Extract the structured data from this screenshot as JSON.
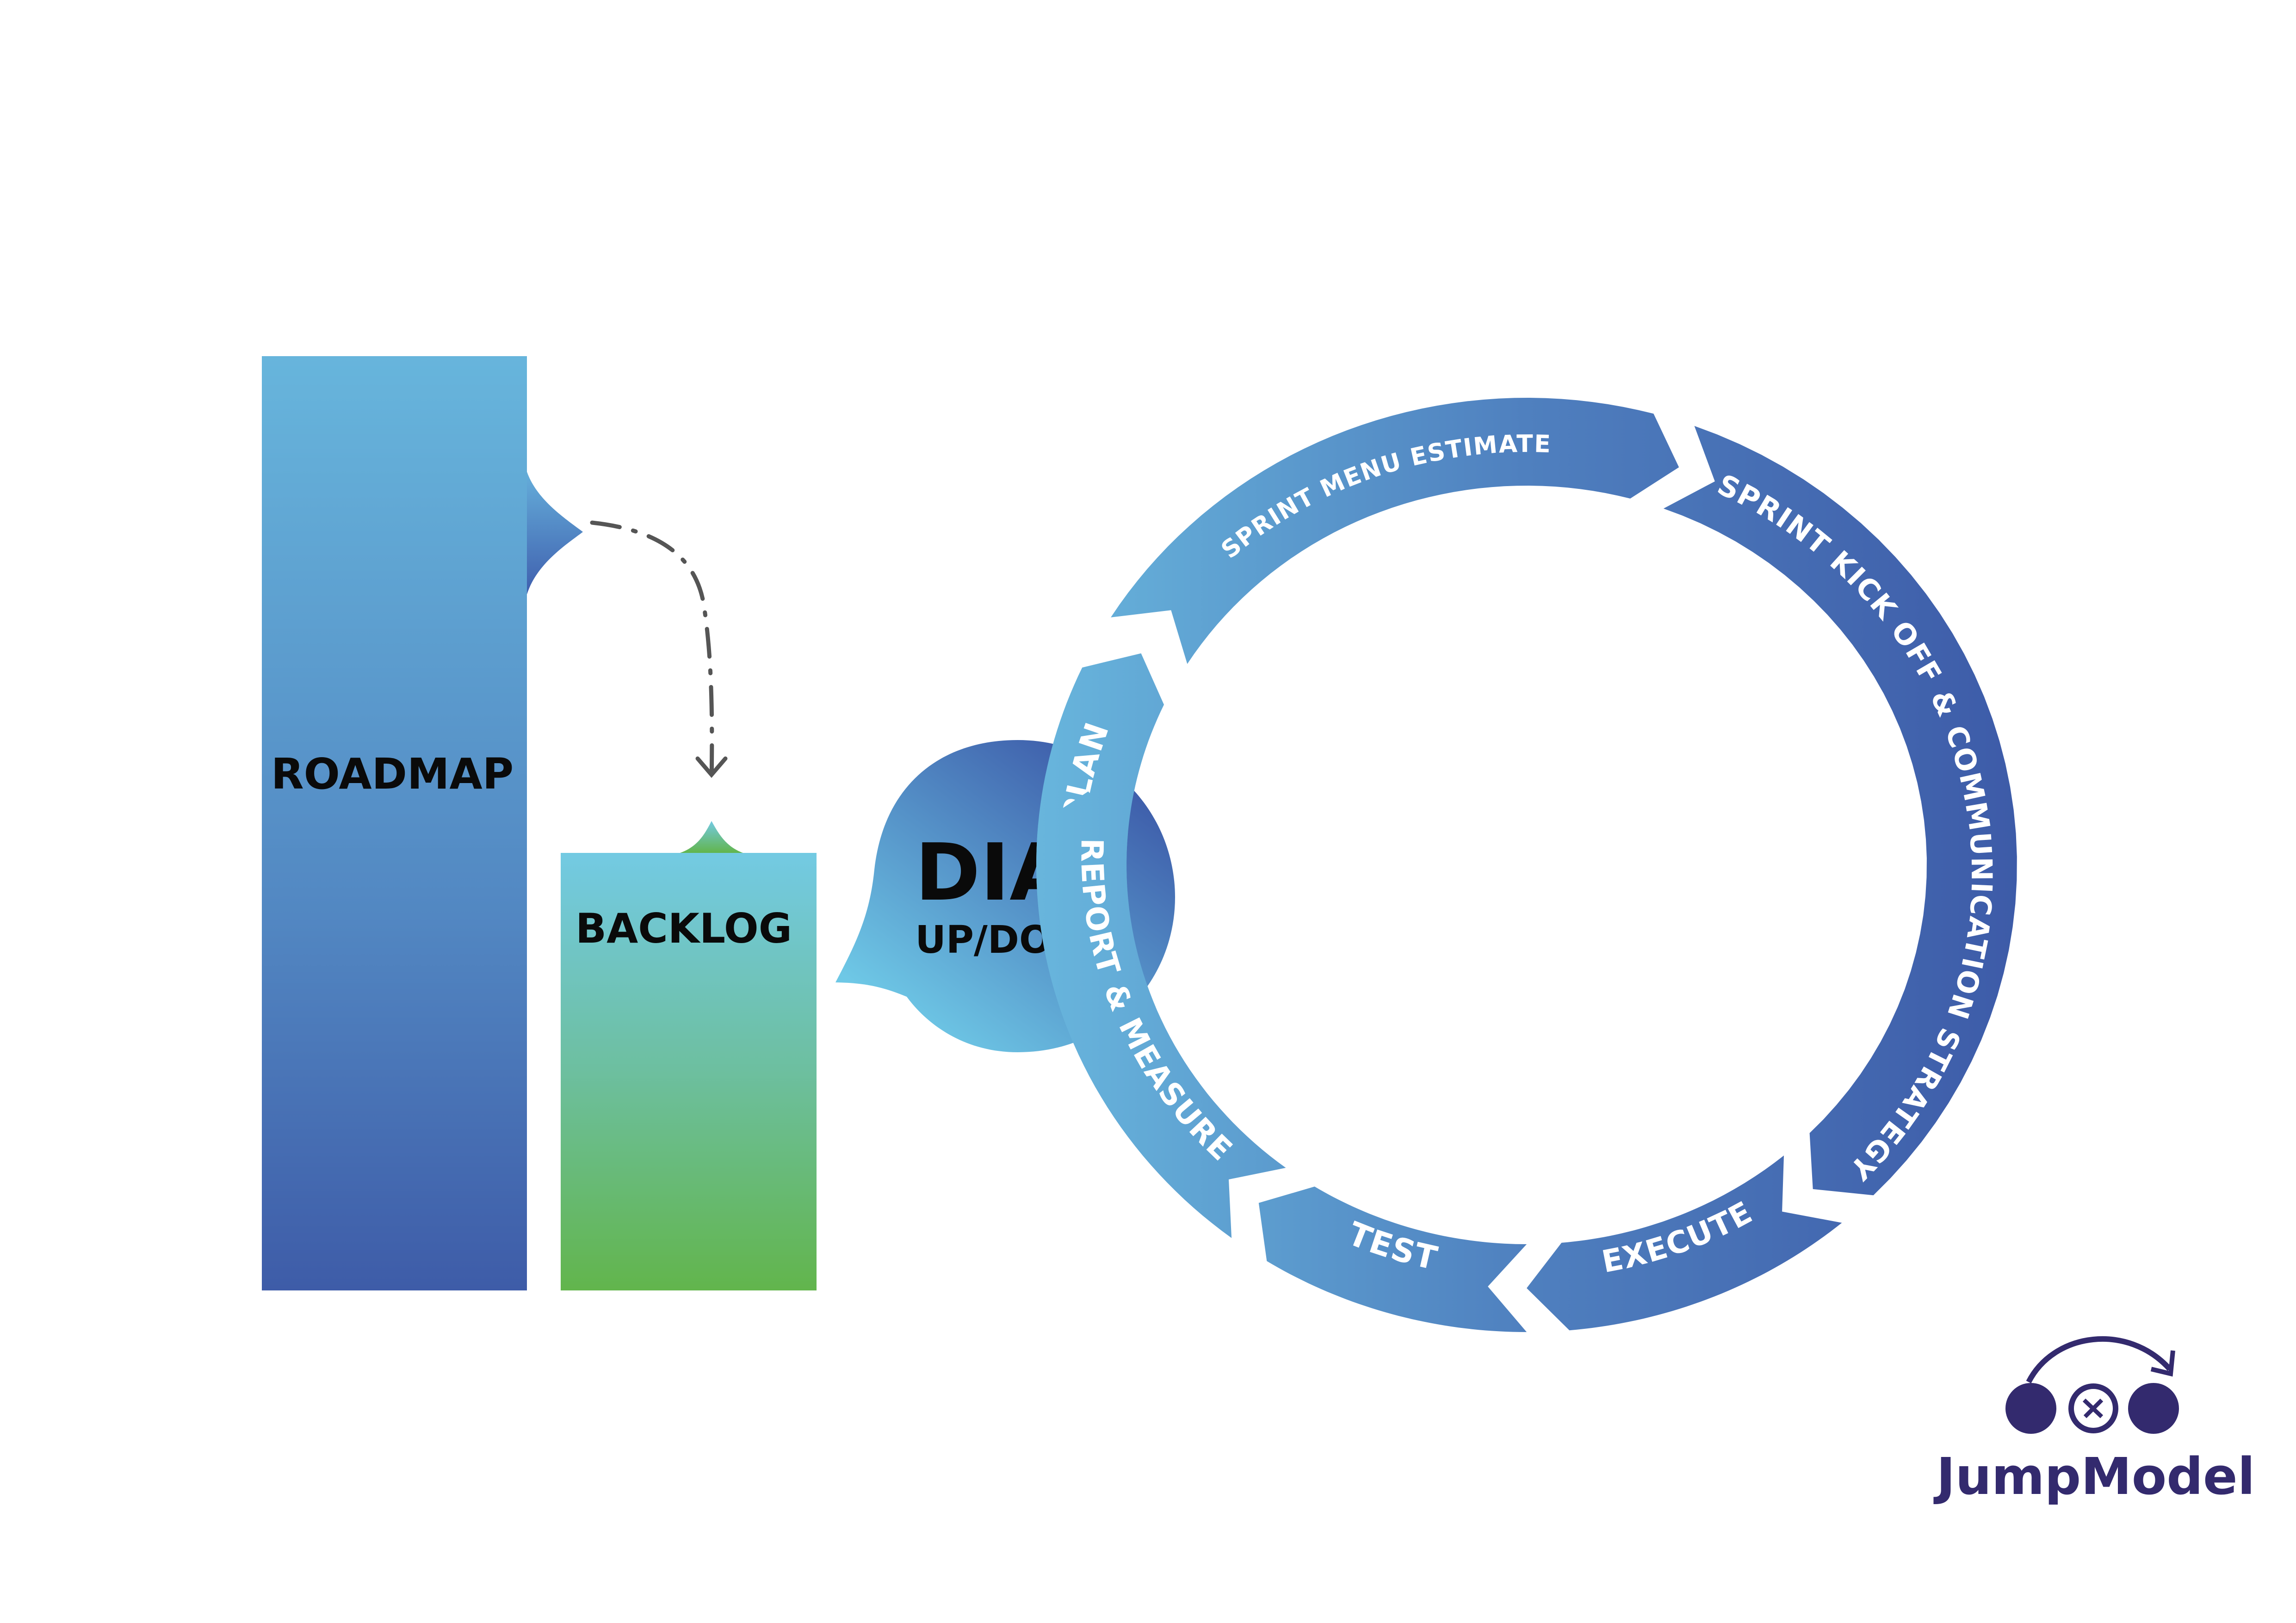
{
  "roadmap": {
    "label": "ROADMAP"
  },
  "backlog": {
    "label": "BACKLOG"
  },
  "dial": {
    "title": "DIAL",
    "subtitle": "UP/DOWN"
  },
  "cycle": {
    "steps": [
      {
        "label": "SPRINT PLAN"
      },
      {
        "label": "SPRINT MENU ESTIMATE"
      },
      {
        "label": "SPRINT KICK OFF & COMMUNICATION STRATEGY"
      },
      {
        "label": "EXECUTE"
      },
      {
        "label": "TEST"
      },
      {
        "label": "REPORT & MEASURE"
      }
    ]
  },
  "logo": {
    "text": "JumpModel"
  },
  "colors": {
    "light_blue": "#6ab8dc",
    "mid_blue": "#5596c8",
    "dark_blue": "#3f5ea8",
    "backlog_top": "#72c9e2",
    "backlog_bottom": "#62b54c",
    "logo": "#332a6e",
    "connector": "#555555"
  }
}
